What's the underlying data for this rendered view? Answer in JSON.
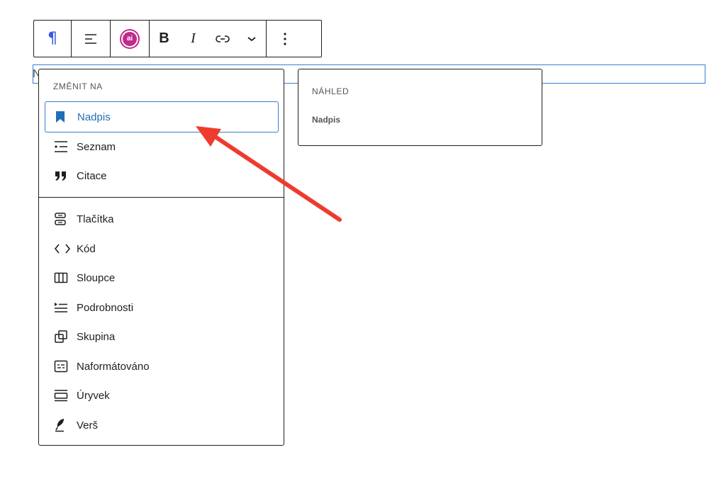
{
  "toolbar": {
    "buttons": [
      {
        "name": "paragraph",
        "icon": "paragraph-icon"
      },
      {
        "name": "align",
        "icon": "align-left-icon"
      },
      {
        "name": "ai",
        "icon": "ai-icon",
        "text": "ai"
      },
      {
        "name": "bold",
        "icon": "bold-icon",
        "text": "B"
      },
      {
        "name": "italic",
        "icon": "italic-icon",
        "text": "I"
      },
      {
        "name": "link",
        "icon": "link-icon"
      },
      {
        "name": "more-rich-text",
        "icon": "chevron-down-icon"
      },
      {
        "name": "options",
        "icon": "more-vertical-icon"
      }
    ]
  },
  "dropdown": {
    "heading": "ZMĚNIT NA",
    "items": [
      {
        "label": "Nadpis",
        "icon": "bookmark-icon",
        "selected": true
      },
      {
        "label": "Seznam",
        "icon": "list-icon"
      },
      {
        "label": "Citace",
        "icon": "quote-icon"
      },
      {
        "label": "Tlačítka",
        "icon": "buttons-icon"
      },
      {
        "label": "Kód",
        "icon": "code-icon"
      },
      {
        "label": "Sloupce",
        "icon": "columns-icon"
      },
      {
        "label": "Podrobnosti",
        "icon": "details-icon"
      },
      {
        "label": "Skupina",
        "icon": "group-icon"
      },
      {
        "label": "Naformátováno",
        "icon": "preformatted-icon"
      },
      {
        "label": "Úryvek",
        "icon": "pullquote-icon"
      },
      {
        "label": "Verš",
        "icon": "verse-icon"
      }
    ]
  },
  "preview": {
    "label": "NÁHLED",
    "text": "Nadpis"
  },
  "colors": {
    "accent": "#3858e9",
    "selected_text": "#1f6fb5",
    "focus_border": "#3a7bd5",
    "ai_brand": "#c02a8a",
    "annotation_arrow": "#ee3b2e"
  }
}
